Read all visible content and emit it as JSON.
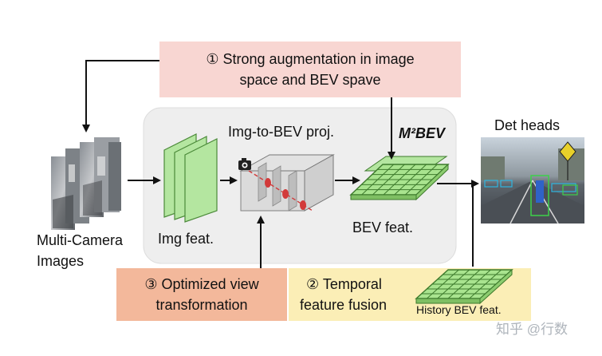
{
  "boxes": {
    "augmentation": {
      "line1": "① Strong augmentation in image",
      "line2": "space and BEV spave",
      "color": "#f8d6d2"
    },
    "view_transform": {
      "line1": "③ Optimized view",
      "line2": "transformation",
      "color": "#f3b89b"
    },
    "temporal": {
      "line1": "② Temporal",
      "line2": "feature fusion",
      "color": "#fbeeb6"
    }
  },
  "labels": {
    "multi_camera_line1": "Multi-Camera",
    "multi_camera_line2": "Images",
    "img_feat": "Img feat.",
    "img_to_bev": "Img-to-BEV proj.",
    "m2bev": "M²BEV",
    "bev_feat": "BEV feat.",
    "det_heads": "Det heads",
    "history_bev": "History BEV feat.",
    "watermark": "知乎 @行数"
  },
  "colors": {
    "feature_green": "#b4e6a0",
    "bev_grid_green": "#a9e48f",
    "grid_line": "#3d7a2c",
    "panel": "#eeeeee",
    "ray_red": "#d23a3a"
  },
  "icons": [
    "camera-icon"
  ]
}
